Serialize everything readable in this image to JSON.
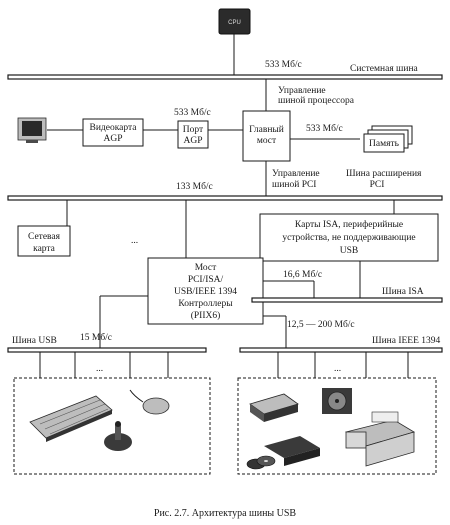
{
  "cpu": {
    "label": "CPU"
  },
  "rates": {
    "cpu_bus": "533 Мб/с",
    "agp": "533 Мб/с",
    "memory": "533 Мб/с",
    "pci": "133 Мб/с",
    "isa": "16,6 Мб/с",
    "usb": "15 Мб/с",
    "ieee": "12,5 — 200 Мб/с"
  },
  "buses": {
    "system": "Системная шина",
    "pci_control_1": "Управление",
    "pci_control_2": "шиной PCI",
    "pci_ext_1": "Шина расширения",
    "pci_ext_2": "PCI",
    "isa": "Шина ISA",
    "usb": "Шина USB",
    "ieee": "Шина IEEE 1394"
  },
  "cpu_control": {
    "line1": "Управление",
    "line2": "шиной процессора"
  },
  "boxes": {
    "videocard": {
      "line1": "Видеокарта",
      "line2": "AGP"
    },
    "agp_port": {
      "line1": "Порт",
      "line2": "AGP"
    },
    "main_bridge": {
      "line1": "Главный",
      "line2": "мост"
    },
    "memory": {
      "line1": "Память"
    },
    "network": {
      "line1": "Сетевая",
      "line2": "карта"
    },
    "isa_cards": {
      "line1": "Карты ISA, периферийные",
      "line2": "устройства, не поддерживающие",
      "line3": "USB"
    },
    "south_bridge": {
      "line1": "Мост",
      "line2": "PCI/ISA/",
      "line3": "USB/IEEE 1394",
      "line4": "Контроллеры",
      "line5": "(PIIX6)"
    }
  },
  "ellipsis": "...",
  "caption": "Рис. 2.7. Архитектура шины USB"
}
